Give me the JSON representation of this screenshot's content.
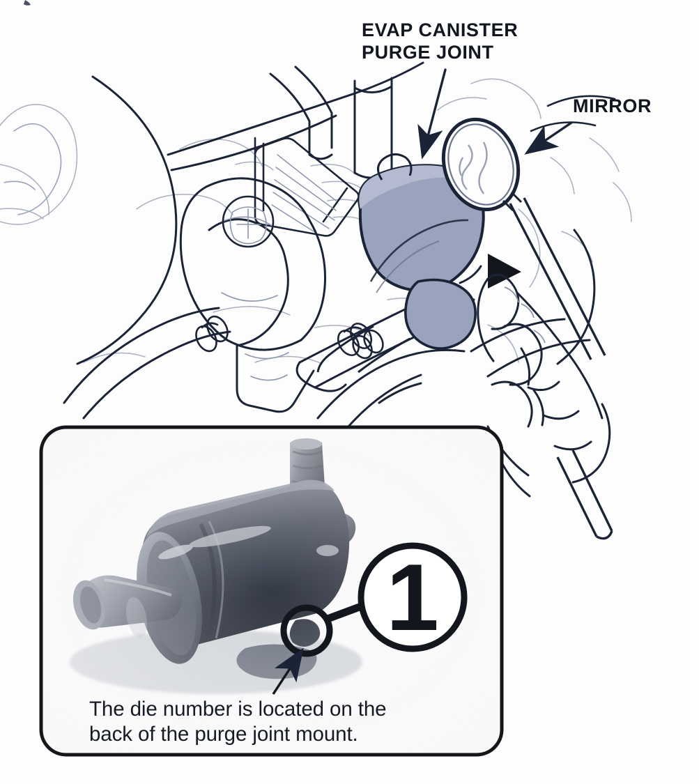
{
  "figure": {
    "kind": "service-manual-illustration",
    "subject": "EVAP canister purge joint location and die number",
    "background_color": "#fdfdfd",
    "line_color": "#1b2336",
    "shade_color": "#9aa3bd",
    "ink_color": "#121620"
  },
  "callouts": [
    {
      "id": "evap",
      "text": "EVAP CANISTER\nPURGE JOINT",
      "name": "evap-canister-purge-joint-label"
    },
    {
      "id": "mirror",
      "text": "MIRROR",
      "name": "mirror-label"
    }
  ],
  "inset": {
    "caption": "The die number is located on the\nback of the purge joint mount.",
    "die_number": "1",
    "border_color": "#15161b"
  }
}
